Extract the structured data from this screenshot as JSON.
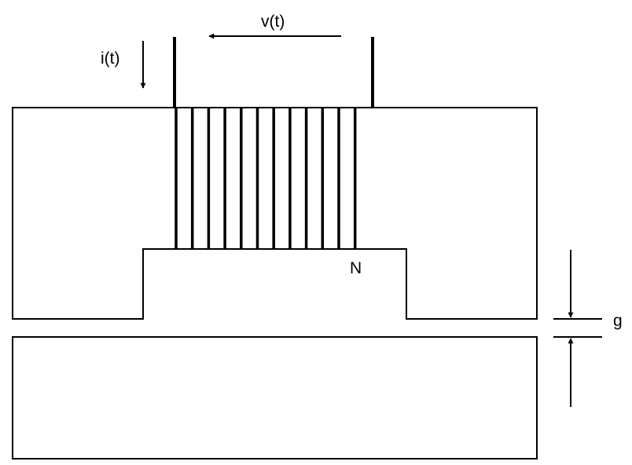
{
  "labels": {
    "current": "i(t)",
    "voltage": "v(t)",
    "turns": "N",
    "gap": "g"
  },
  "colors": {
    "stroke": "#000000",
    "background": "#ffffff"
  },
  "icons": {
    "current_arrow": "arrow-down-icon",
    "voltage_arrow": "arrow-left-icon",
    "gap_arrows": "dimension-arrows-icon"
  }
}
